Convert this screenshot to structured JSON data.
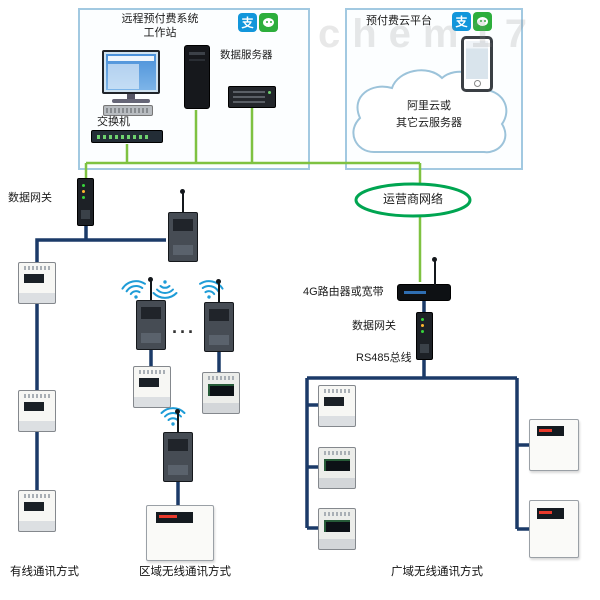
{
  "watermark": "chem17",
  "workstation_box": {
    "title_line1": "远程预付费系统",
    "title_line2": "工作站",
    "data_server_label": "数据服务器",
    "switch_label": "交换机"
  },
  "cloud_box": {
    "title": "预付费云平台",
    "cloud_line1": "阿里云或",
    "cloud_line2": "其它云服务器"
  },
  "carrier": {
    "label": "运营商网络"
  },
  "left_branch": {
    "gateway_label": "数据网关",
    "method_label": "有线通讯方式"
  },
  "middle_branch": {
    "ellipsis": "···",
    "method_label": "区域无线通讯方式"
  },
  "right_branch": {
    "router_label": "4G路由器或宽带",
    "gateway_label": "数据网关",
    "rs485_label": "RS485总线",
    "method_label": "广域无线通讯方式"
  },
  "icons": {
    "alipay_text": "支"
  },
  "colors": {
    "green_line": "#7fc241",
    "navy_line": "#1b3a68",
    "carrier_green": "#00a551",
    "box_border": "#a2c9e1",
    "wifi_blue": "#1e9cd7"
  }
}
